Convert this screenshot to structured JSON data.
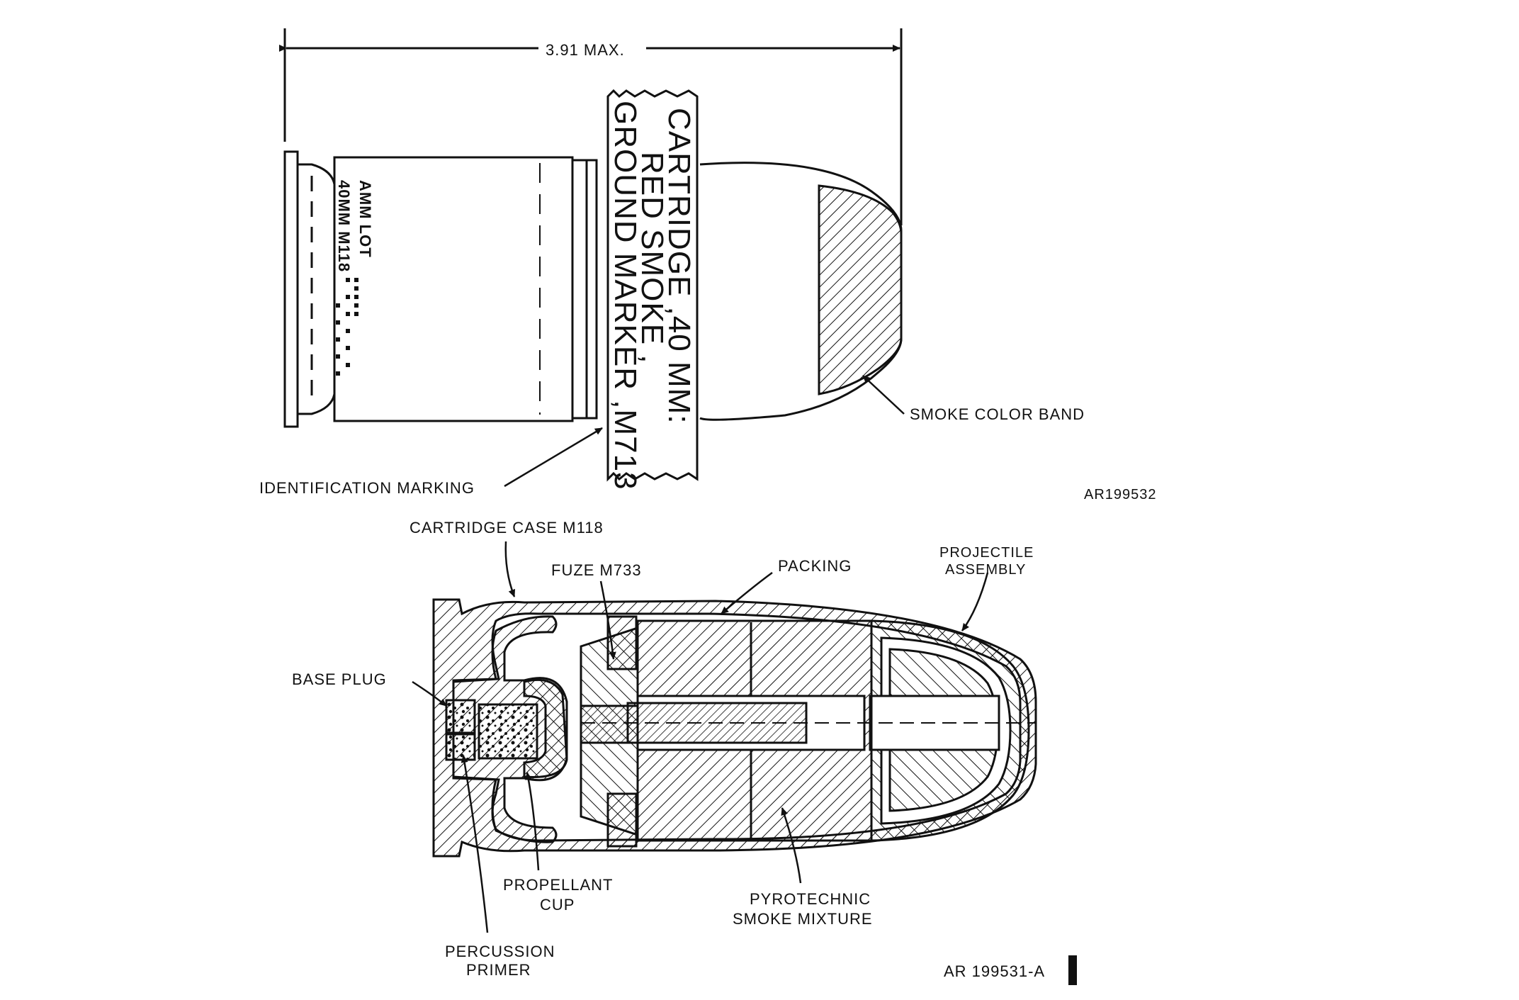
{
  "top_view": {
    "dimension": "3.91 MAX.",
    "label_identification": "IDENTIFICATION MARKING",
    "label_smoke_band": "SMOKE COLOR BAND",
    "figure_number": "AR199532",
    "case_marking_line1": "AMM LOT",
    "case_marking_line2": "40MM M118",
    "tag_line1": "CARTRIDGE ,40 MM:",
    "tag_line2": "RED SMOKE ,",
    "tag_line3": "GROUND MARKER ,M713"
  },
  "section_view": {
    "label_case": "CARTRIDGE CASE M118",
    "label_fuze": "FUZE M733",
    "label_packing": "PACKING",
    "label_projectile_1": "PROJECTILE",
    "label_projectile_2": "ASSEMBLY",
    "label_base_plug": "BASE PLUG",
    "label_propellant_1": "PROPELLANT",
    "label_propellant_2": "CUP",
    "label_pyro_1": "PYROTECHNIC",
    "label_pyro_2": "SMOKE MIXTURE",
    "label_primer_1": "PERCUSSION",
    "label_primer_2": "PRIMER",
    "figure_number": "AR 199531-A"
  }
}
